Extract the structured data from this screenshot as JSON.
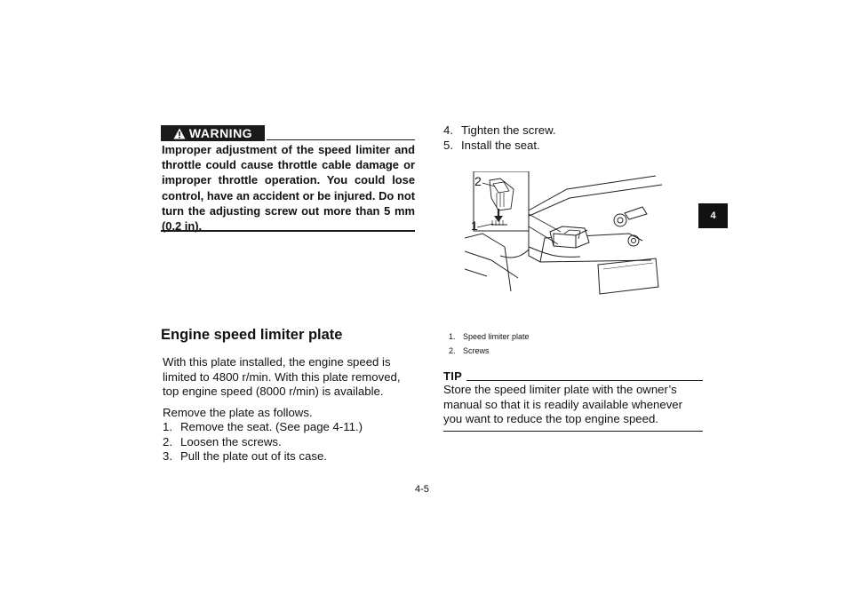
{
  "warning": {
    "label": "WARNING",
    "text": "Improper adjustment of the speed limiter and throttle could cause throttle cable damage or improper throttle operation. You could lose control, have an accident or be injured. Do not turn the adjusting screw out more than 5 mm (0.2 in)."
  },
  "section": {
    "title": "Engine speed limiter plate",
    "intro": "With this plate installed, the engine speed is limited to 4800 r/min. With this plate removed, top engine speed (8000 r/min) is available.",
    "steps_intro": "Remove the plate as follows.",
    "steps_left": [
      {
        "num": "1.",
        "text": "Remove the seat. (See page 4-11.)"
      },
      {
        "num": "2.",
        "text": "Loosen the screws."
      },
      {
        "num": "3.",
        "text": "Pull the plate out of its case."
      }
    ],
    "steps_right": [
      {
        "num": "4.",
        "text": "Tighten the screw."
      },
      {
        "num": "5.",
        "text": "Install the seat."
      }
    ]
  },
  "figure": {
    "callout_1": "1",
    "callout_2": "2",
    "captions": [
      {
        "num": "1.",
        "text": "Speed limiter plate"
      },
      {
        "num": "2.",
        "text": "Screws"
      }
    ]
  },
  "tip": {
    "label": "TIP",
    "text": "Store the speed limiter plate with the owner’s manual so that it is readily available whenever you want to reduce the top engine speed."
  },
  "side_tab": "4",
  "page_number": "4-5"
}
